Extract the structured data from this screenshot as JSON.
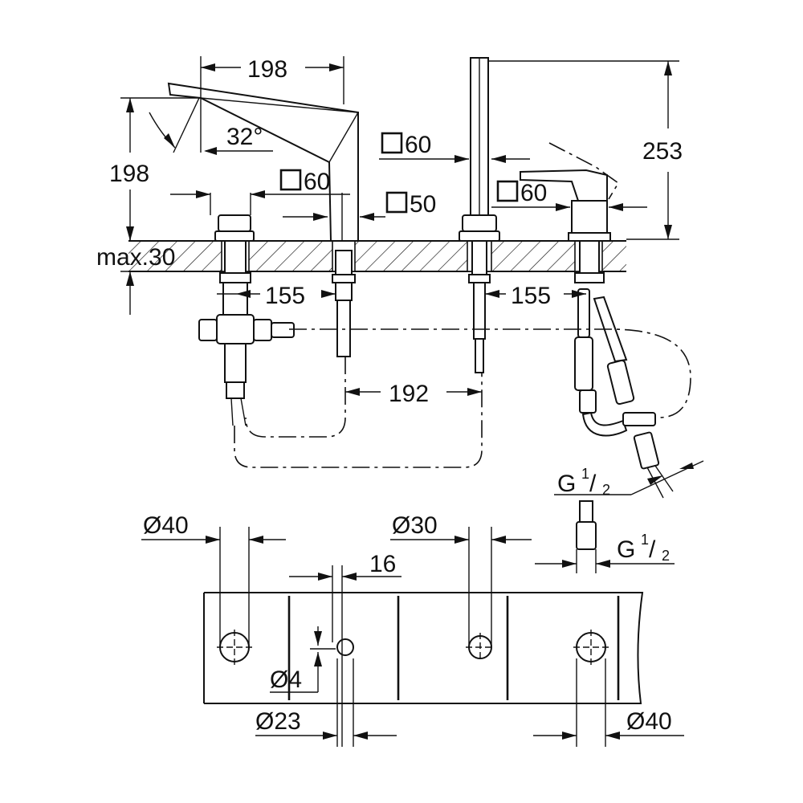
{
  "dimensions": {
    "spout_width": "198",
    "spout_height": "198",
    "spout_angle": "32°",
    "spout_square": "60",
    "shower_square": "60",
    "handle_square": "60",
    "shower_base_square": "50",
    "total_height": "253",
    "counter_thickness": "max.30",
    "spacing_left": "155",
    "spacing_right": "155",
    "spacing_center": "192",
    "thread_upper": "G",
    "thread_lower": "G",
    "thread_fraction_num": "1",
    "thread_fraction_den": "2",
    "hole_left": "Ø40",
    "hole_center": "Ø30",
    "hole_right": "Ø40",
    "hole_small": "Ø23",
    "hole_pin": "Ø4",
    "offset_small": "16"
  }
}
